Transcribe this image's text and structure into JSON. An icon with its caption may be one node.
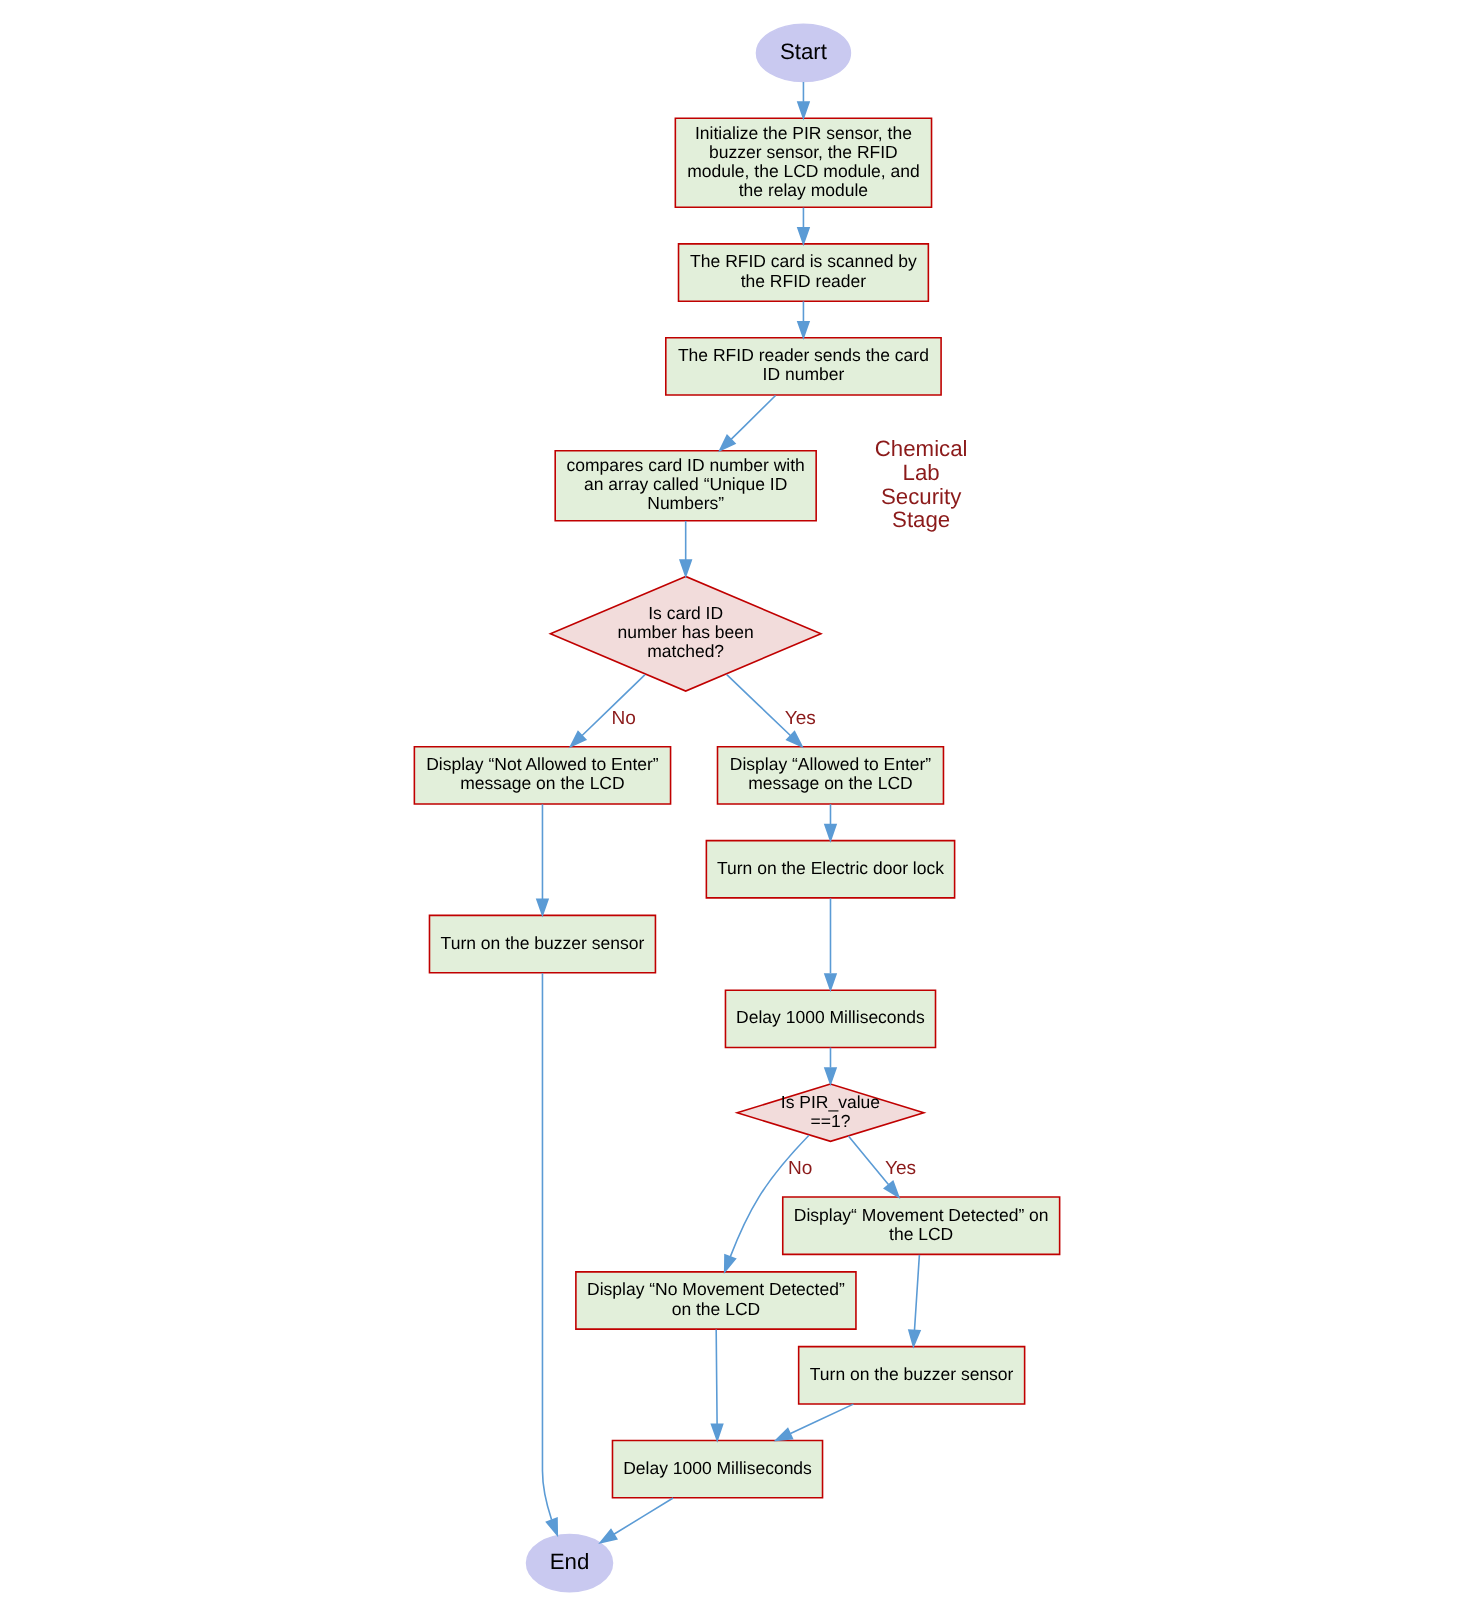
{
  "diagram": {
    "nodes": [
      {
        "text": [
          "Start"
        ]
      },
      {
        "text": [
          "Initialize the PIR sensor, the buzzer sensor, the RFID module, the LCD module, and the relay module"
        ]
      },
      {
        "text": [
          "The RFID card is scanned by the RFID reader"
        ]
      },
      {
        "text": [
          "The RFID reader sends the card ID number"
        ]
      },
      {
        "text": [
          "compares card ID number with an array called “Unique ID Numbers”"
        ]
      },
      {
        "text": [
          "Is card ID number has been matched?"
        ]
      },
      {
        "text": [
          "Display “Not Allowed to Enter” message on the LCD"
        ]
      },
      {
        "text": [
          "Turn on the buzzer sensor"
        ]
      },
      {
        "text": [
          "Display “Allowed to Enter” message on the LCD"
        ]
      },
      {
        "text": [
          "Turn on the Electric door lock"
        ]
      },
      {
        "text": [
          "Delay 1000 Milliseconds"
        ]
      },
      {
        "text": [
          "Is PIR_value ==1?"
        ]
      },
      {
        "text": [
          "Display “No Movement Detected” on the LCD"
        ]
      },
      {
        "text": [
          "Display“ Movement Detected” on the LCD"
        ]
      },
      {
        "text": [
          "Turn on the buzzer sensor"
        ]
      },
      {
        "text": [
          "Delay 1000 Milliseconds"
        ]
      },
      {
        "text": [
          "End"
        ]
      }
    ],
    "edges": [
      {
        "from": 0,
        "to": 1,
        "arrow": "to"
      },
      {
        "from": 1,
        "to": 2,
        "arrow": "to"
      },
      {
        "from": 2,
        "to": 3,
        "arrow": "to"
      },
      {
        "from": 3,
        "to": 4,
        "arrow": "to"
      },
      {
        "from": 4,
        "to": 5,
        "arrow": "to"
      },
      {
        "from": 5,
        "to": 6,
        "arrow": "to",
        "label": "No"
      },
      {
        "from": 5,
        "to": 8,
        "arrow": "to",
        "label": "Yes"
      },
      {
        "from": 6,
        "to": 7,
        "arrow": "to"
      },
      {
        "from": 8,
        "to": 9,
        "arrow": "to"
      },
      {
        "from": 9,
        "to": 10,
        "arrow": "to"
      },
      {
        "from": 10,
        "to": 11,
        "arrow": "to"
      },
      {
        "from": 11,
        "to": 12,
        "arrow": "to",
        "label": "No"
      },
      {
        "from": 11,
        "to": 13,
        "arrow": "to",
        "label": "Yes"
      },
      {
        "from": 13,
        "to": 14,
        "arrow": "to"
      },
      {
        "from": 12,
        "to": 15,
        "arrow": "to"
      },
      {
        "from": 14,
        "to": 15,
        "arrow": "to"
      },
      {
        "from": 15,
        "to": 16,
        "arrow": "to"
      },
      {
        "from": 7,
        "to": 16,
        "arrow": "to"
      }
    ],
    "labels": [
      "Chemical Lab Security Stage"
    ]
  }
}
